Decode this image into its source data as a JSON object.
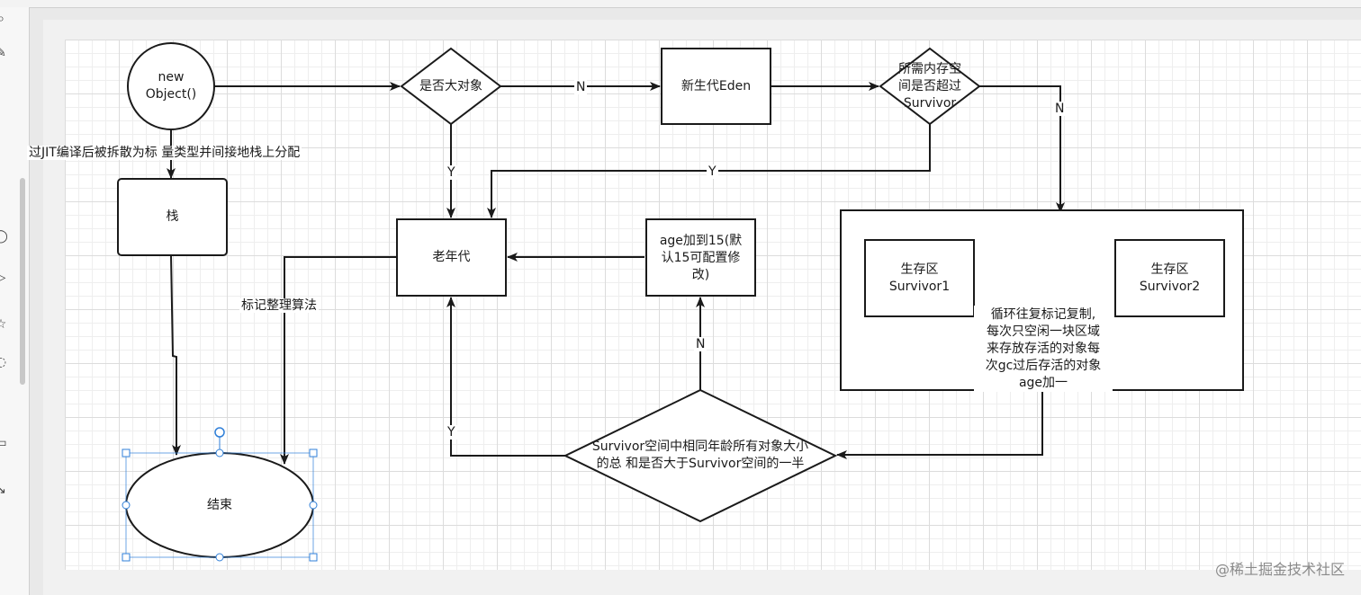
{
  "diagram": {
    "nodes": {
      "new_object": "new\nObject()",
      "is_large": "是否大对象",
      "eden": "新生代Eden",
      "mem_check": "所需内存空\n间是否超过\nSurvivor",
      "stack": "栈",
      "old_gen": "老年代",
      "age15": "age加到15(默\n认15可配置修\n改)",
      "survivor1": "生存区\nSurvivor1",
      "survivor2": "生存区\nSurvivor2",
      "survivor_note": "循环往复标记复制,\n每次只空闲一块区域\n来存放存活的对象每\n次gc过后存活的对象\nage加一",
      "survivor_half": "Survivor空间中相同年龄所有对象大小\n的总 和是否大于Survivor空间的一半",
      "end": "结束"
    },
    "edges": {
      "jit_note": "过JIT编译后被拆散为标 量类型并间接地栈上分配",
      "n1": "N",
      "n2": "N",
      "n3": "N",
      "y1": "Y",
      "y2": "Y",
      "y3": "Y",
      "mark_compact": "标记整理算法"
    }
  },
  "watermark": "@稀土掘金技术社区",
  "colors": {
    "stroke": "#1a1a1a",
    "selection": "#2f7fd8",
    "grid": "#dcdcdc"
  },
  "icons": [
    "search-icon",
    "edit-icon",
    "circle-shape-icon",
    "arrow-shape-icon",
    "star-shape-icon",
    "cloud-shape-icon",
    "rect-shape-icon",
    "connector-icon"
  ]
}
